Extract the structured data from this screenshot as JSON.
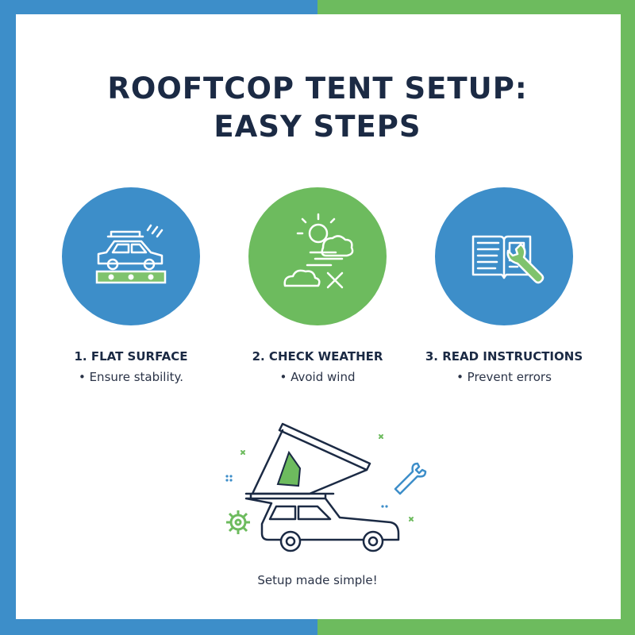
{
  "title": {
    "line1": "ROOFTCOP TENT SETUP:",
    "line2": "EASY STEPS"
  },
  "steps": [
    {
      "label": "1. FLAT SURFACE",
      "sub": "• Ensure stability.",
      "icon": "car-on-level-icon",
      "color": "#3d8ec9"
    },
    {
      "label": "2. CHECK WEATHER",
      "sub": "• Avoid wind",
      "icon": "weather-icon",
      "color": "#6dbb5e"
    },
    {
      "label": "3. READ INSTRUCTIONS",
      "sub": "• Prevent errors",
      "icon": "manual-wrench-icon",
      "color": "#3d8ec9"
    }
  ],
  "footer": {
    "caption": "Setup made simple!",
    "illustration": "car-with-rooftop-tent-icon"
  },
  "colors": {
    "blue": "#3d8ec9",
    "green": "#6dbb5e",
    "navy": "#1b2a44"
  }
}
